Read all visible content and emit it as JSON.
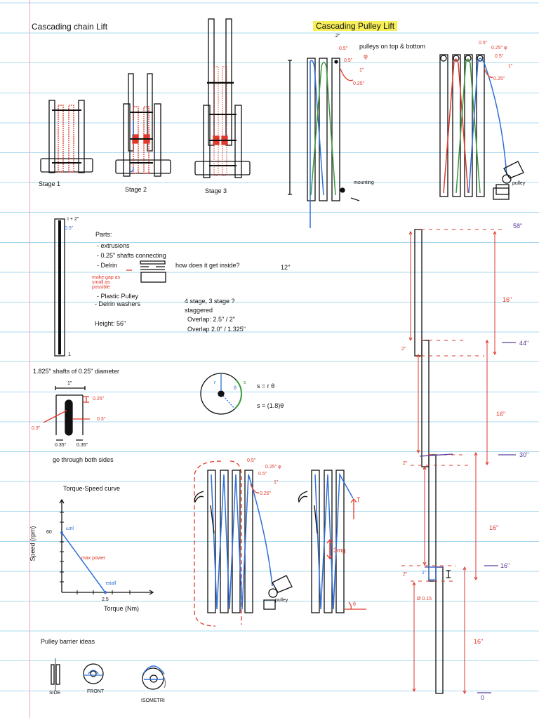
{
  "chain_lift": {
    "title": "Cascading chain Lift",
    "stages": [
      "Stage 1",
      "Stage 2",
      "Stage 3"
    ]
  },
  "pulley_lift": {
    "title": "Cascading Pulley Lift",
    "gap_label": ".2\"",
    "note": "pulleys on top & bottom",
    "left_dims": [
      "0.5\"",
      "0.5\"",
      "1\"",
      "φ",
      "0.25\""
    ],
    "mounting": "mounting",
    "right_dims": [
      "0.5\"",
      "0.25\" φ",
      "0.5\"",
      "1\"",
      "0.25\""
    ],
    "pulley_label": "pulley"
  },
  "parts": {
    "heading": "Parts:",
    "items": [
      "- extrusions",
      "- 0.25\" shafts connecting",
      "- Delrin",
      "- Plastic Pulley",
      "- Delrin washers"
    ],
    "delrin_question": "how does it get inside?",
    "delrin_note": "make gap as small as possible",
    "height": "Height: 56\"",
    "stage_question": "4 stage, 3 stage ?",
    "staggered": "staggered",
    "overlap1": "Overlap: 2.5\" / 2\"",
    "overlap2": "Overlap 2.0\" / 1.325\"",
    "twelve": "12\""
  },
  "extrusion": {
    "top_label": "I + 2\"",
    "top_blue": "0.5\"",
    "bottom_label": "1"
  },
  "shaft": {
    "title": "1.825\" shafts of 0.25\" diameter",
    "width": "1\"",
    "top": "0.25\"",
    "right": "0.3\"",
    "left": "0.3\"",
    "bottom_left": "0.35\"",
    "bottom_right": "0.35\"",
    "note": "go through both sides"
  },
  "arc": {
    "r": "r",
    "theta": "θ",
    "s": "s",
    "eq1": "s = r θ",
    "eq2": "s = (1.8)θ"
  },
  "torque": {
    "title": "Torque-Speed curve",
    "ylabel": "Speed (rpm)",
    "xlabel": "Torque (Nm)",
    "y_value": "60",
    "x_value": "2.5",
    "wnl": "ωnl",
    "max_power": "max power",
    "tstall": "τstall"
  },
  "pulley_lift_2": {
    "dims": [
      "0.5\"",
      "0.25\" φ",
      "0.5\"",
      "1\"",
      "0.25\""
    ],
    "pulley_label": "pulley",
    "tension": "T",
    "load": "3mg",
    "angle": "θ"
  },
  "heights": {
    "marks": [
      "58\"",
      "44\"",
      "30\"",
      "16\"",
      "0"
    ],
    "spans": [
      "16\"",
      "16\"",
      "16\"",
      "16\""
    ],
    "overlaps": [
      "2\"",
      "2\"",
      "2\""
    ],
    "one_inch": "1\"",
    "hole": "Ø 0.15"
  },
  "barrier": {
    "title": "Pulley barrier ideas",
    "views": [
      "SIDE",
      "FRONT",
      "ISOMETRI"
    ]
  },
  "colors": {
    "red": "#e0392b",
    "blue": "#2f6fd6",
    "green": "#3a9a3a",
    "purple": "#5b3c9c",
    "highlight": "#f6ef5a"
  }
}
